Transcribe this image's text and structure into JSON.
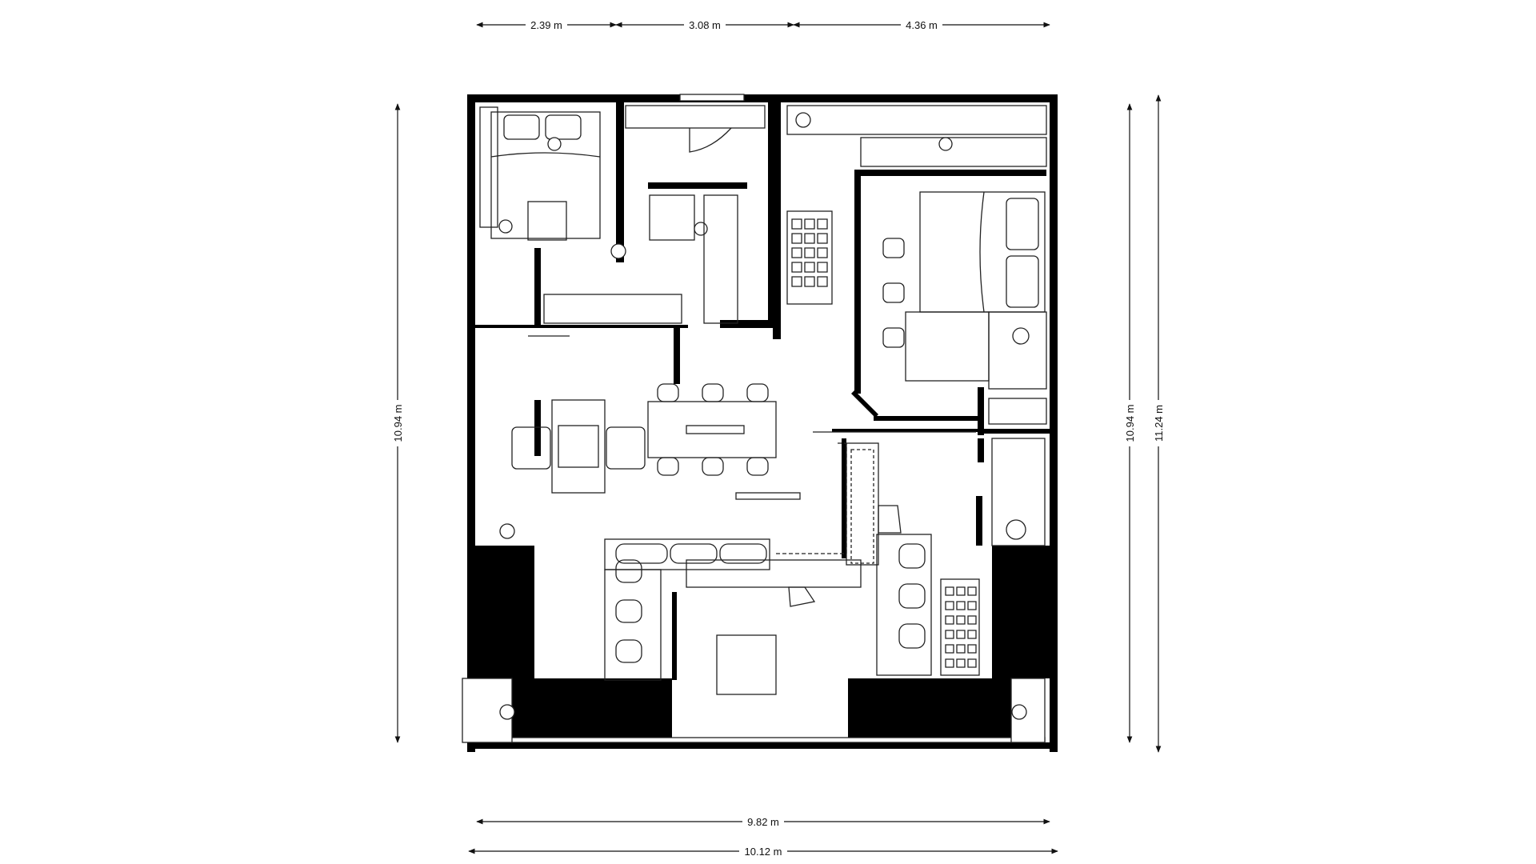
{
  "dimensions": {
    "top": [
      "2.39 m",
      "3.08 m",
      "4.36 m"
    ],
    "bottom_inner": "9.82 m",
    "bottom_outer": "10.12 m",
    "left": "10.94 m",
    "right_inner": "10.94 m",
    "right_outer": "11.24 m"
  },
  "colors": {
    "wall": "#000000",
    "furniture_stroke": "#222222",
    "floor": "#ffffff"
  },
  "icons": {
    "bed": "bed-icon",
    "chair": "chair-icon",
    "toilet": "toilet-icon",
    "column": "column-icon",
    "dining_table": "dining-table-icon",
    "sofa": "sofa-icon"
  }
}
